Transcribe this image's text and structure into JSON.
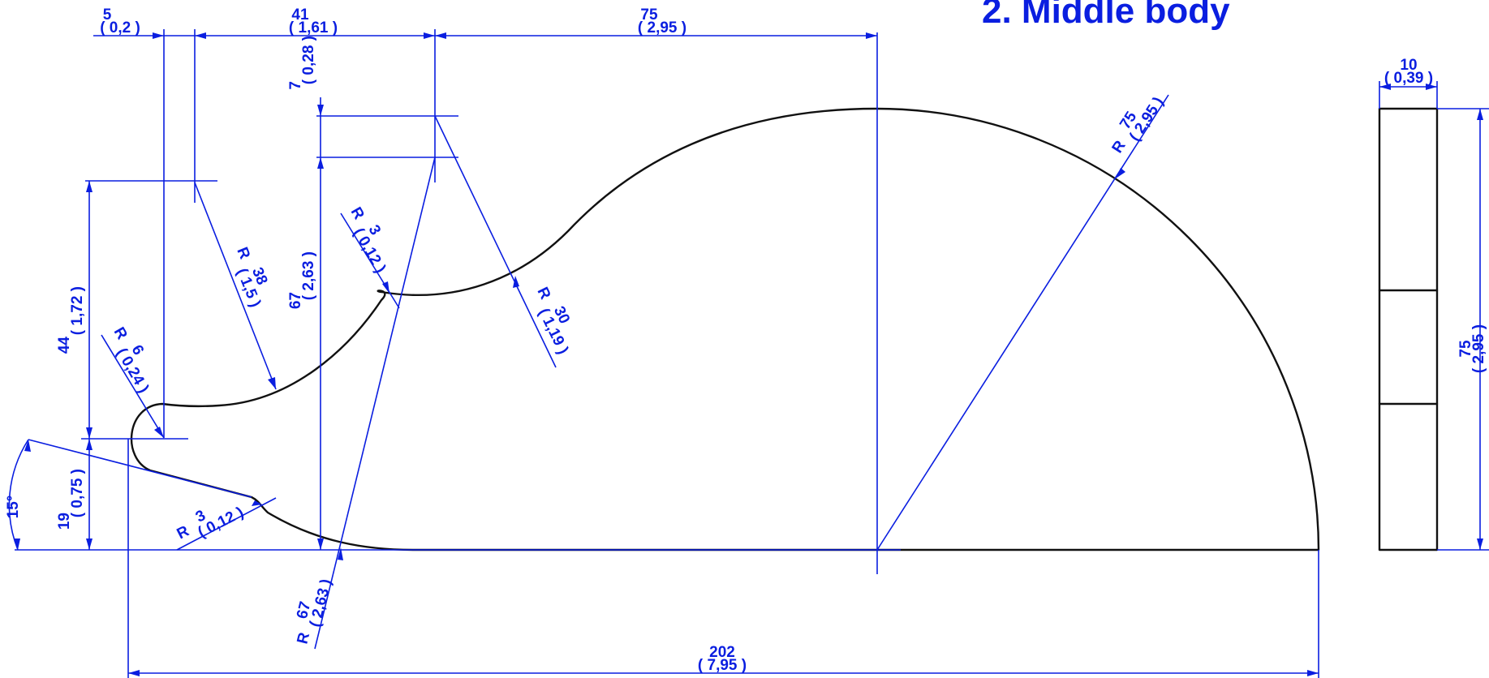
{
  "title": "2. Middle body",
  "colors": {
    "dimension": "#0a1ee0",
    "outline": "#111111"
  },
  "dimensions": {
    "d5": "5",
    "d5_in": "( 0,2 )",
    "d41": "41",
    "d41_in": "( 1,61 )",
    "d75_top": "75",
    "d75_top_in": "( 2,95 )",
    "d7": "7",
    "d7_in": "( 0,28 )",
    "d67_v": "67",
    "d67_v_in": "( 2,63 )",
    "d44": "44",
    "d44_in": "( 1,72 )",
    "d19": "19",
    "d19_in": "( 0,75 )",
    "angle": "15°",
    "r6": "6",
    "r6_in": "( 0,24 )",
    "r38": "38",
    "r38_in": "( 1,5 )",
    "r3_top": "3",
    "r3_top_in": "( 0,12 )",
    "r30": "30",
    "r30_in": "( 1,19 )",
    "r75": "75",
    "r75_in": "( 2,95 )",
    "r3_bot": "3",
    "r3_bot_in": "( 0,12 )",
    "r67": "67",
    "r67_in": "( 2,63 )",
    "d202": "202",
    "d202_in": "( 7,95 )",
    "d10": "10",
    "d10_in": "( 0,39 )",
    "d75_side": "75",
    "d75_side_in": "( 2,95 )",
    "r_symbol": "R"
  }
}
